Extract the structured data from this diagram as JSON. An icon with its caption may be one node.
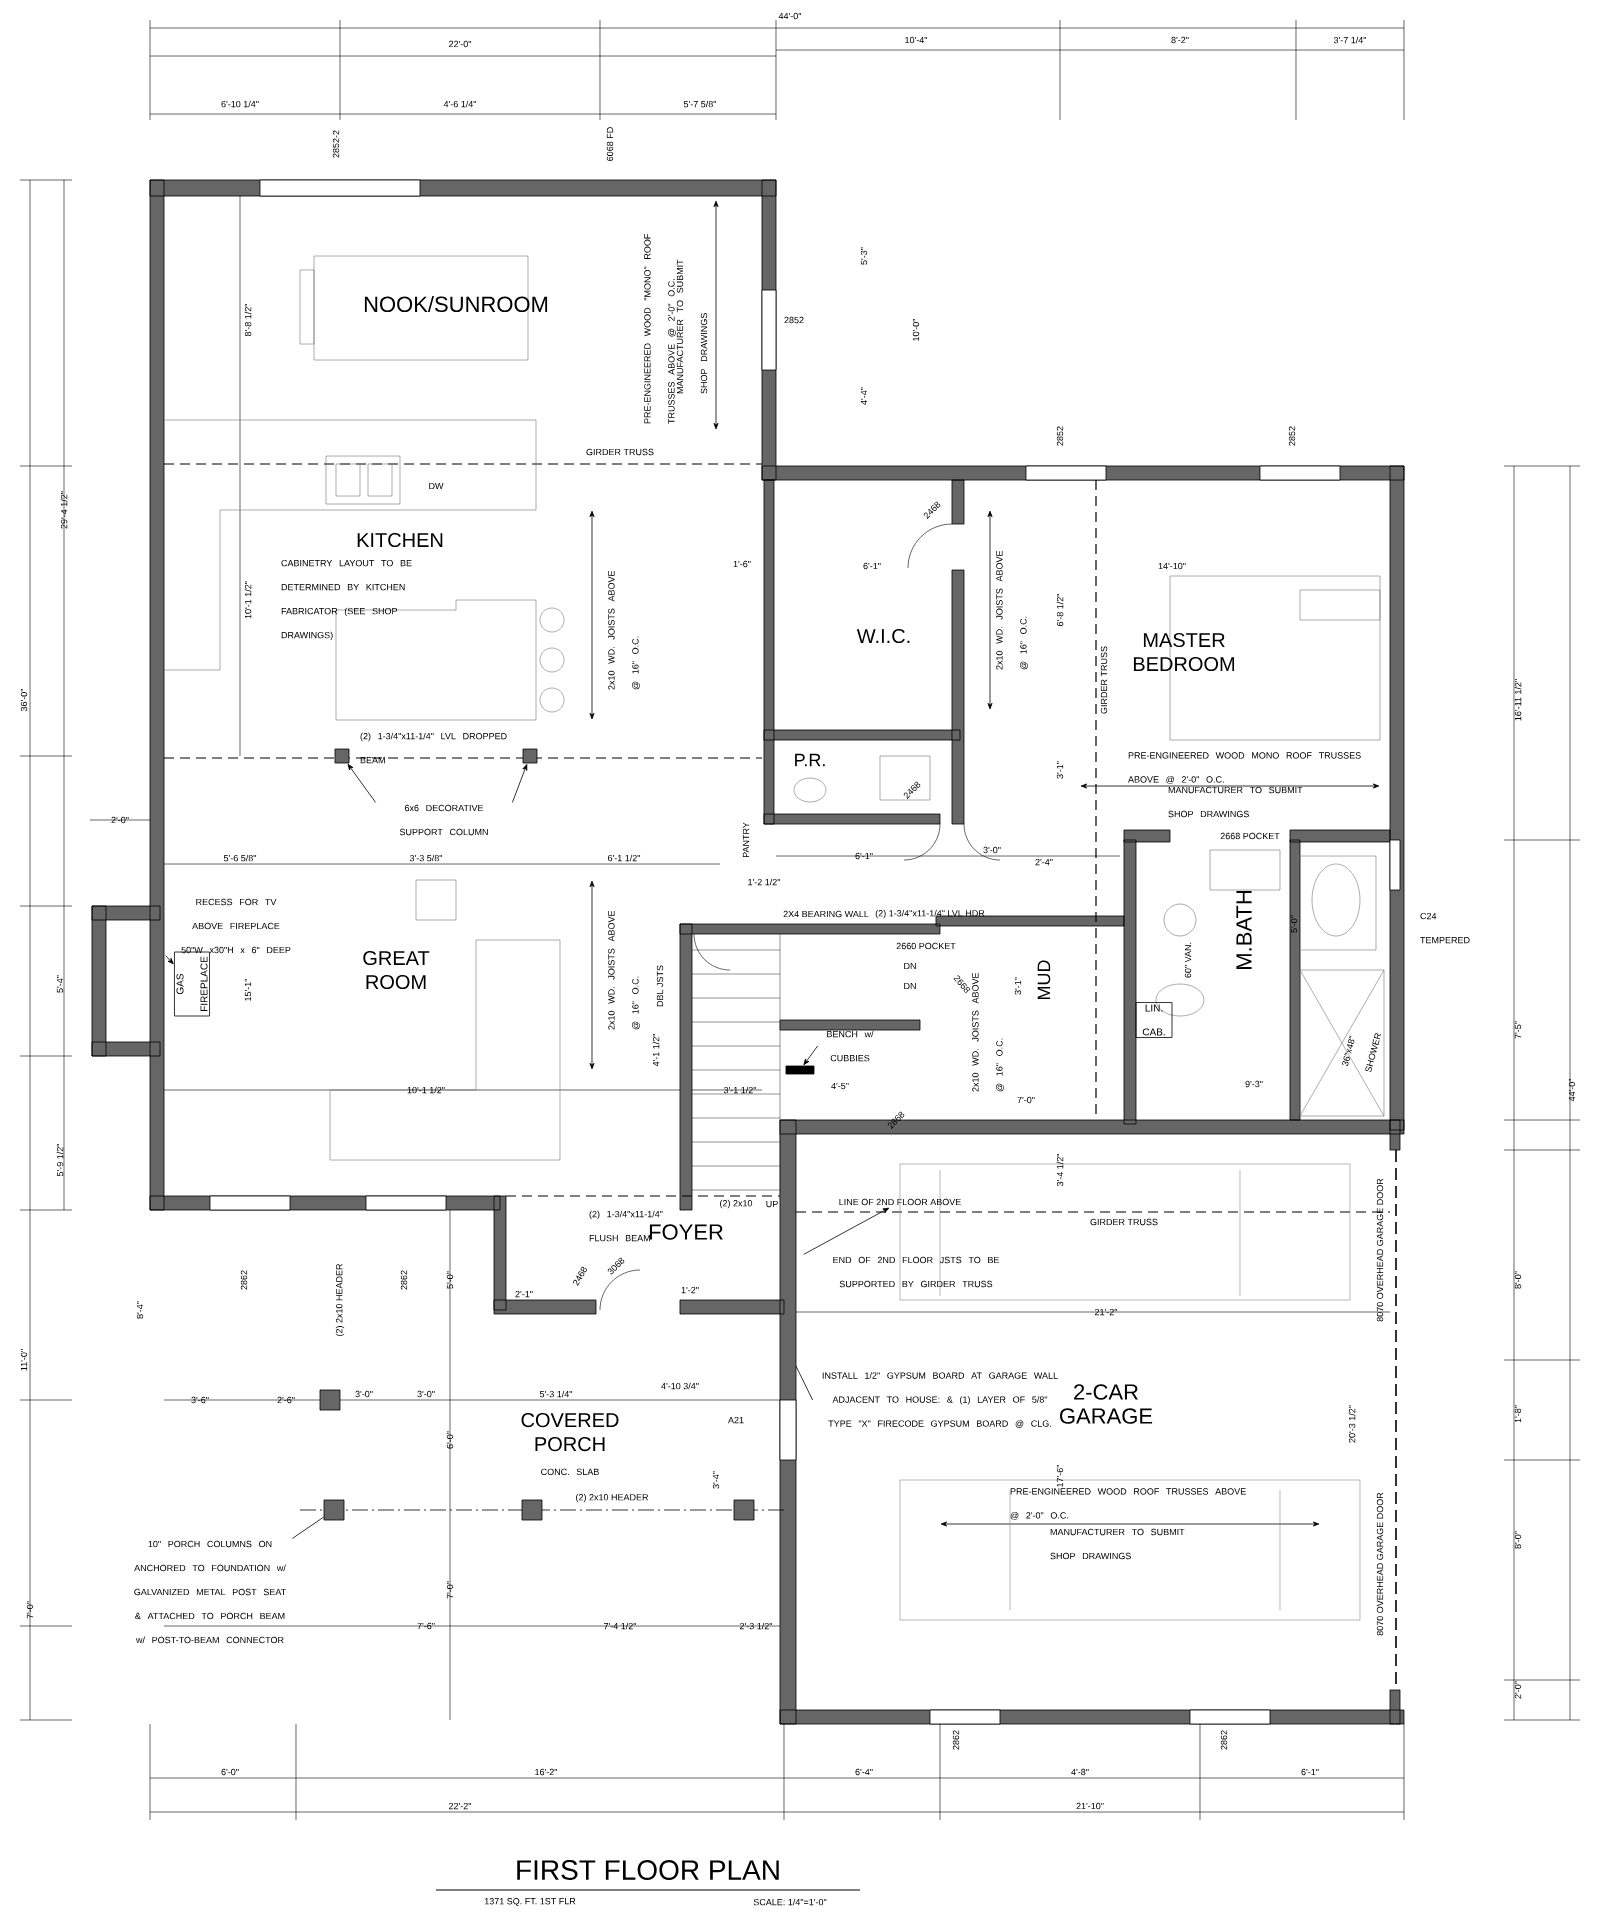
{
  "diagram": {
    "title": "FIRST FLOOR PLAN",
    "nodes": [
      {
        "text": [
          "NOOK/SUNROOM"
        ]
      },
      {
        "text": [
          "KITCHEN"
        ]
      },
      {
        "text": [
          "W.I.C."
        ]
      },
      {
        "text": [
          "MASTER BEDROOM"
        ]
      },
      {
        "text": [
          "P.R."
        ]
      },
      {
        "text": [
          "PANTRY"
        ]
      },
      {
        "text": [
          "GREAT ROOM"
        ]
      },
      {
        "text": [
          "GAS FIREPLACE"
        ]
      },
      {
        "text": [
          "M.BATH"
        ]
      },
      {
        "text": [
          "LIN. CAB."
        ]
      },
      {
        "text": [
          "MUD"
        ]
      },
      {
        "text": [
          "FOYER"
        ]
      },
      {
        "text": [
          "COVERED PORCH",
          "CONC. SLAB"
        ]
      },
      {
        "text": [
          "2-CAR GARAGE"
        ]
      },
      {
        "text": [
          "6x6 DECORATIVE SUPPORT COLUMN"
        ]
      },
      {
        "text": [],
        "shape": "box"
      },
      {
        "text": [],
        "shape": "box"
      },
      {
        "text": [
          "RECESS FOR TV ABOVE FIREPLACE 50\"W x30\"H x 6\" DEEP"
        ]
      },
      {
        "text": [
          "BENCH w/ CUBBIES"
        ]
      },
      {
        "text": [
          "END OF 2ND FLOOR JSTS TO BE SUPPORTED BY GIRDER TRUSS"
        ]
      },
      {
        "text": [
          "INSTALL 1/2\" GYPSUM BOARD AT GARAGE WALL ADJACENT TO HOUSE: & (1) LAYER OF 5/8\" TYPE \"X\" FIRECODE GYPSUM BOARD @ CLG."
        ]
      },
      {
        "text": [
          "10\" PORCH COLUMNS ON ANCHORED TO FOUNDATION w/ GALVANIZED METAL POST SEAT & ATTACHED TO PORCH BEAM w/ POST-TO-BEAM CONNECTOR"
        ]
      },
      {
        "text": [],
        "shape": "box"
      },
      {
        "text": [],
        "shape": "box"
      },
      {
        "text": [],
        "shape": "box"
      },
      {
        "text": [],
        "shape": "box"
      },
      {
        "text": [],
        "shape": "bar"
      },
      {
        "text": [
          "LINE OF 2ND FLOOR ABOVE"
        ]
      }
    ],
    "edges": [
      {
        "from": 14,
        "to": 15,
        "arrow": "to"
      },
      {
        "from": 14,
        "to": 16,
        "arrow": "to"
      },
      {
        "from": 17,
        "to": 7,
        "arrow": "to"
      },
      {
        "from": 18,
        "to": 26,
        "arrow": "to"
      },
      {
        "from": 19,
        "to": 27,
        "arrow": "to"
      },
      {
        "from": 20,
        "to": null,
        "arrow": "none"
      },
      {
        "from": 21,
        "to": 22,
        "arrow": "none"
      }
    ],
    "labels": [
      "44'-0\"",
      "22'-0\"",
      "10'-4\"",
      "8'-2\"",
      "3'-7 1/4\"",
      "6'-10 1/4\"",
      "4'-6 1/4\"",
      "5'-7 5/8\"",
      "2852-2",
      "6068 FD",
      "2852",
      "5'-3\"",
      "10'-0\"",
      "4'-4\"",
      "2852",
      "2852",
      "36'-0\"",
      "29'-4 1/2\"",
      "8'-8 1/2\"",
      "PRE-ENGINEERED WOOD \"MONO\" ROOF TRUSSES ABOVE @ 2'-0\" O.C.",
      "MANUFACTURER TO SUBMIT SHOP DRAWINGS",
      "GIRDER TRUSS",
      "DW",
      "CABINETRY LAYOUT TO BE DETERMINED BY KITCHEN FABRICATOR (SEE SHOP DRAWINGS)",
      "10'-1 1/2\"",
      "2x10 WD. JOISTS ABOVE @ 16\" O.C.",
      "1'-6\"",
      "6'-1\"",
      "2x10 WD. JOISTS ABOVE @ 16\" O.C.",
      "6'-8 1/2\"",
      "14'-10\"",
      "16'-11 1/2\"",
      "(2) 1-3/4\"x11-1/4\" LVL DROPPED BEAM",
      "GIRDER TRUSS",
      "PRE-ENGINEERED WOOD MONO ROOF TRUSSES ABOVE @ 2'-0\" O.C.",
      "MANUFACTURER TO SUBMIT SHOP DRAWINGS",
      "3'-1\"",
      "2'-0\"",
      "5'-6 5/8\"",
      "3'-3 5/8\"",
      "6'-1 1/2\"",
      "1'-2 1/2\"",
      "6'-1\"",
      "3'-0\"",
      "2'-4\"",
      "2X4 BEARING WALL",
      "(2) 1-3/4\"x11-1/4\" LVL HDR",
      "2660 POCKET",
      "2668 POCKET",
      "C24 TEMPERED",
      "5'-0\"",
      "5'-4\"",
      "15'-1\"",
      "2x10 WD. JOISTS ABOVE @ 16\" O.C.",
      "DBL JSTS",
      "DN",
      "DN",
      "60\" VAN.",
      "2x10 WD. JOISTS ABOVE @ 16\" O.C.",
      "3'-1\"",
      "7'-5\"",
      "44'-0\"",
      "10'-1 1/2\"",
      "4'-1 1/2\"",
      "3'-1 1/2\"",
      "4'-5\"",
      "7'-0\"",
      "9'-3\"",
      "36\"x48\" SHOWER",
      "5'-9 1/2\"",
      "2868",
      "GIRDER TRUSS",
      "3'-4 1/2\"",
      "(2) 1-3/4\"x11-1/4\" FLUSH BEAM",
      "(2) 2x10",
      "UP",
      "8'-0\"",
      "21'-2\"",
      "2862",
      "(2) 2x10 HEADER",
      "2862",
      "5'-0\"",
      "8'-4\"",
      "2468",
      "3068",
      "2'-1\"",
      "1'-2\"",
      "11'-0\"",
      "3'-6\"",
      "2'-6\"",
      "3'-0\"",
      "3'-0\"",
      "5'-3 1/4\"",
      "4'-10 3/4\"",
      "A21",
      "6'-0\"",
      "8070 OVERHEAD GARAGE DOOR",
      "20'-3 1/2\"",
      "1'-8\"",
      "3'-4\"",
      "17'-6\"",
      "(2) 2x10 HEADER",
      "PRE-ENGINEERED WOOD ROOF TRUSSES ABOVE @ 2'-0\" O.C.",
      "MANUFACTURER TO SUBMIT SHOP DRAWINGS",
      "8'-0\"",
      "7'-0\"",
      "8070 OVERHEAD GARAGE DOOR",
      "7'-0\"",
      "7'-6\"",
      "7'-4 1/2\"",
      "2'-3 1/2\"",
      "2'-0\"",
      "2862",
      "2862",
      "6'-0\"",
      "16'-2\"",
      "6'-4\"",
      "4'-8\"",
      "6'-1\"",
      "22'-2\"",
      "21'-10\"",
      "1371 SQ. FT. 1ST FLR",
      "SCALE: 1/4\"=1'-0\"",
      "2468",
      "2468",
      "2668"
    ]
  }
}
